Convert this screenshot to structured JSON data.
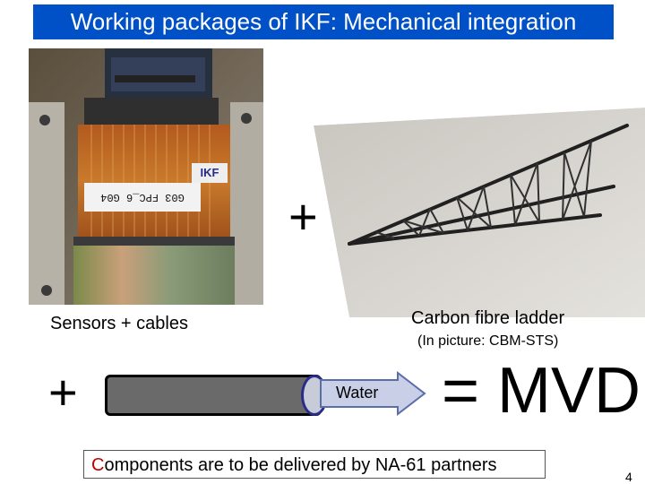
{
  "slide": {
    "title": "Working packages of IKF: Mechanical integration",
    "plus_symbol": "+",
    "captions": {
      "sensors": "Sensors + cables",
      "ladder": "Carbon fibre ladder",
      "ladder_note": "(In picture: CBM-STS)"
    },
    "equation": {
      "arrow_label": "Water",
      "result": "= MVD"
    },
    "banner": {
      "first_letter": "C",
      "rest": "omponents are to be delivered by NA-61 partners"
    },
    "page_number": "4"
  },
  "photo_text": {
    "board_label": "IKF",
    "strip_label": "G03  FPC_6  G04"
  },
  "colors": {
    "title_bg": "#0050c8",
    "title_fg": "#ffffff",
    "accent_red": "#c00000",
    "arrow_fill": "#c8cfe6"
  }
}
